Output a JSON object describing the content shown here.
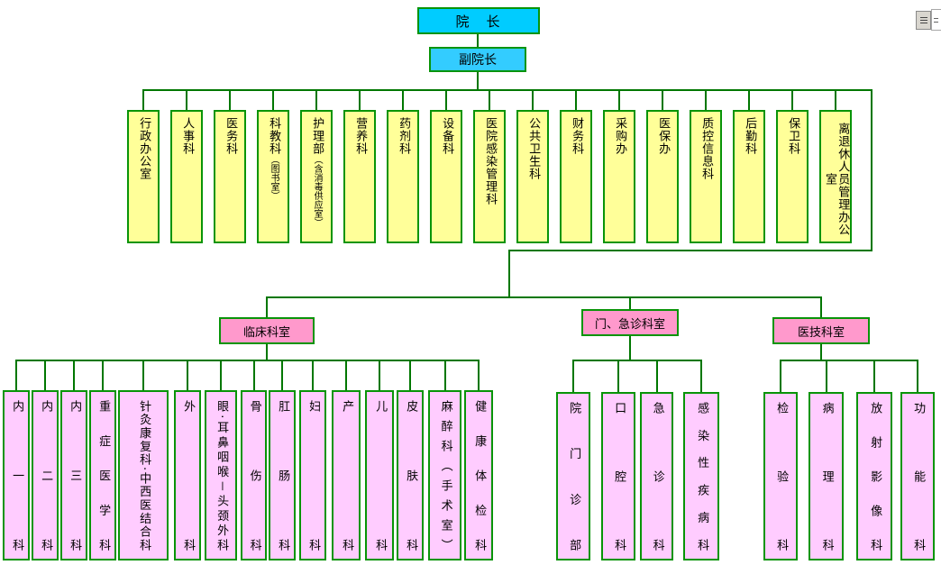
{
  "org": {
    "director": {
      "label": "院　长"
    },
    "vice_director": {
      "label": "副院长"
    },
    "admin_departments": [
      {
        "label": "行政办公室"
      },
      {
        "label": "人事科"
      },
      {
        "label": "医务科"
      },
      {
        "label": "科教科",
        "note": "（图书室）"
      },
      {
        "label": "护理部",
        "note": "（含消毒供应室）"
      },
      {
        "label": "营养科"
      },
      {
        "label": "药剂科"
      },
      {
        "label": "设备科"
      },
      {
        "label": "医院感染管理科"
      },
      {
        "label": "公共卫生科"
      },
      {
        "label": "财务科"
      },
      {
        "label": "采购办"
      },
      {
        "label": "医保办"
      },
      {
        "label": "质控信息科"
      },
      {
        "label": "后勤科"
      },
      {
        "label": "保卫科"
      },
      {
        "label": "离退休人员管理办公室"
      }
    ],
    "groups": [
      {
        "label": "临床科室",
        "departments": [
          "内一科",
          "内二科",
          "内三科",
          "重症医学科",
          "针灸康复科·中西医结合科",
          "外科",
          "眼·耳鼻咽喉－头颈外科",
          "骨伤科",
          "肛肠科",
          "妇科",
          "产科",
          "儿科",
          "皮肤科",
          "麻醉科（手术室）",
          "健康体检科"
        ]
      },
      {
        "label": "门、急诊科室",
        "departments": [
          "院门诊部",
          "口腔科",
          "急诊科",
          "感染性疾病科"
        ]
      },
      {
        "label": "医技科室",
        "departments": [
          "检验科",
          "病理科",
          "放射影像科",
          "功能科"
        ]
      }
    ]
  },
  "colors": {
    "director_fill": "#00ccff",
    "vice_fill": "#33ccff",
    "admin_fill": "#ffff99",
    "category_fill": "#ff99cc",
    "department_fill": "#ffccff",
    "connector_line": "#007700",
    "box_border": "#089408",
    "text": "#000000"
  }
}
